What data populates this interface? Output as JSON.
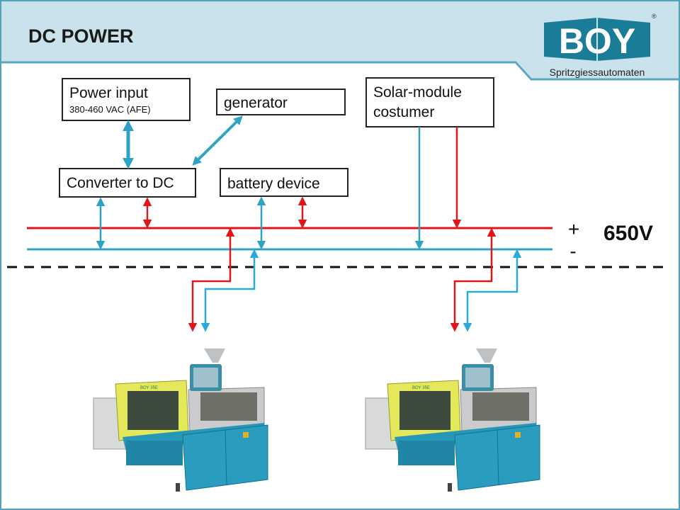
{
  "header": {
    "title": "DC POWER",
    "logo_text": "BOY",
    "logo_tagline": "Spritzgiessautomaten",
    "logo_mark": "®"
  },
  "boxes": {
    "power_input": {
      "title": "Power input",
      "subtitle": "380-460 VAC (AFE)"
    },
    "generator": {
      "title": "generator"
    },
    "solar": {
      "line1": "Solar-module",
      "line2": "costumer"
    },
    "converter": {
      "title": "Converter to DC"
    },
    "battery": {
      "title": "battery device"
    }
  },
  "bus": {
    "plus": "+",
    "minus": "-",
    "voltage": "650V"
  },
  "machines": [
    {
      "name": "injection-molding-machine-1",
      "badge": "BOY 35E"
    },
    {
      "name": "injection-molding-machine-2",
      "badge": "BOY 35E"
    }
  ],
  "colors": {
    "positive": "#e0161b",
    "negative": "#2fa3c4",
    "brand": "#1b7c98",
    "header_bg": "#c9e2ec"
  }
}
